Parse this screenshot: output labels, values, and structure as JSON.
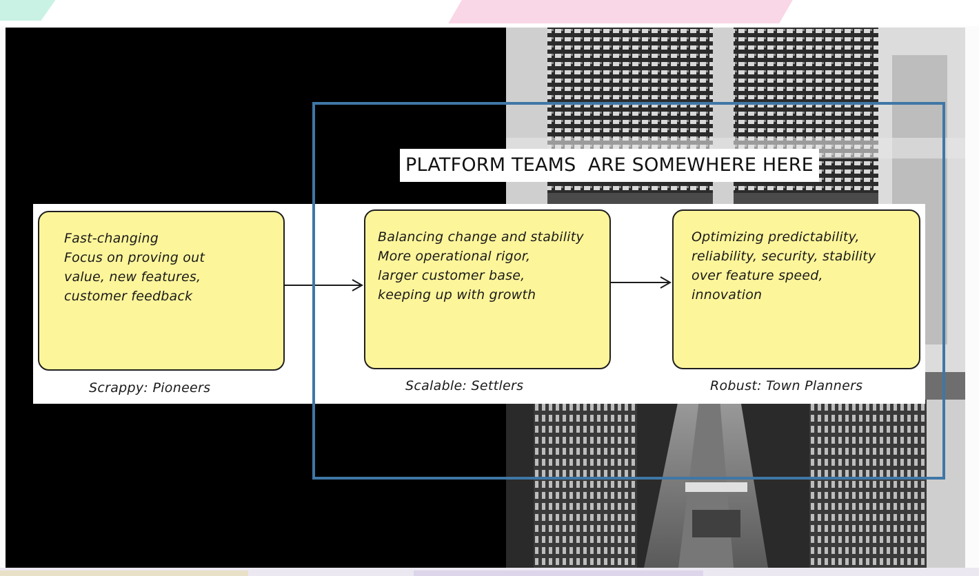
{
  "slide": {
    "highlight_label": "PLATFORM TEAMS  ARE SOMEWHERE HERE",
    "highlight_color": "#3f77a6",
    "sticky_color": "#fdf59a"
  },
  "stages": [
    {
      "lines": [
        "Fast-changing",
        "Focus on proving out",
        "value, new features,",
        "customer feedback"
      ],
      "caption": "Scrappy: Pioneers"
    },
    {
      "lines": [
        "Balancing change and stability",
        "More operational rigor,",
        "larger customer base,",
        "keeping up with growth"
      ],
      "caption": "Scalable: Settlers"
    },
    {
      "lines": [
        "Optimizing predictability,",
        "reliability, security, stability",
        "over feature speed,",
        "innovation"
      ],
      "caption": "Robust: Town Planners"
    }
  ]
}
